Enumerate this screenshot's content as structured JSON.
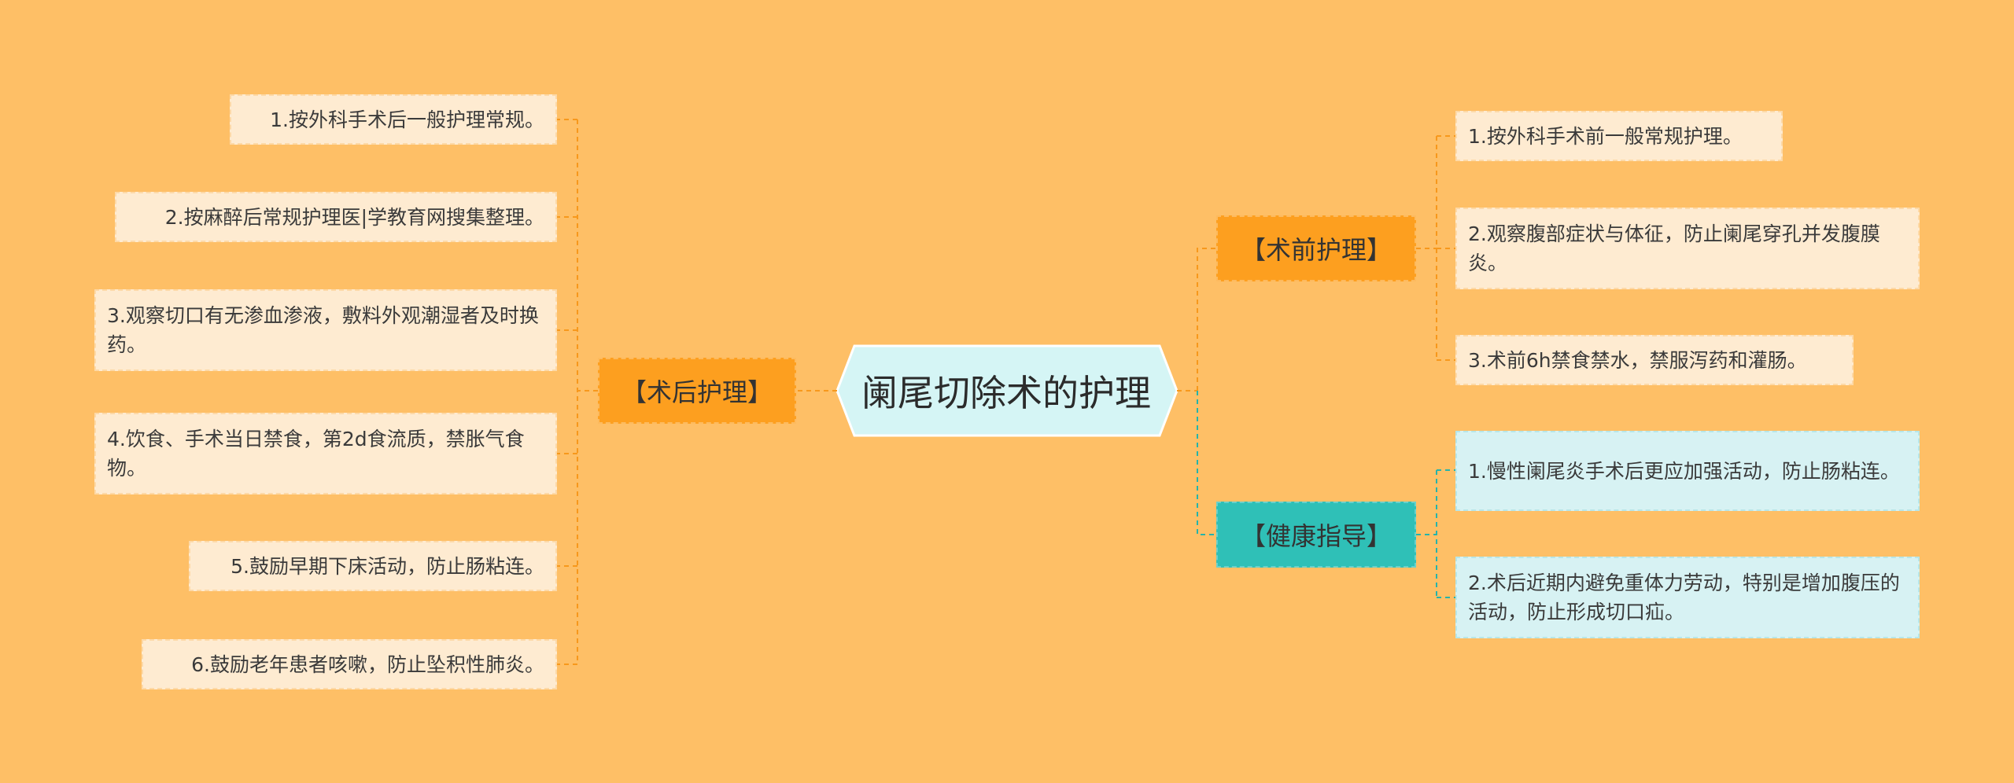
{
  "colors": {
    "background": "#FEBF66",
    "orange_branch": "#FD9F1F",
    "teal_branch": "#2FC0B7",
    "orange_leaf": "#FEEBD1",
    "teal_leaf": "#D7F2F3",
    "root_fill": "#D5F5F5",
    "orange_line": "#F7981C",
    "teal_line": "#26B3AA"
  },
  "root": {
    "label": "阑尾切除术的护理"
  },
  "branches": {
    "post_op": {
      "label": "【术后护理】",
      "items": [
        "1.按外科手术后一般护理常规。",
        "2.按麻醉后常规护理医|学教育网搜集整理。",
        "3.观察切口有无渗血渗液，敷料外观潮湿者及时换药。",
        "4.饮食、手术当日禁食，第2d食流质，禁胀气食物。",
        "5.鼓励早期下床活动，防止肠粘连。",
        "6.鼓励老年患者咳嗽，防止坠积性肺炎。"
      ]
    },
    "pre_op": {
      "label": "【术前护理】",
      "items": [
        "1.按外科手术前一般常规护理。",
        "2.观察腹部症状与体征，防止阑尾穿孔并发腹膜炎。",
        "3.术前6h禁食禁水，禁服泻药和灌肠。"
      ]
    },
    "health": {
      "label": "【健康指导】",
      "items": [
        "1.慢性阑尾炎手术后更应加强活动，防止肠粘连。",
        "2.术后近期内避免重体力劳动，特别是增加腹压的活动，防止形成切口疝。"
      ]
    }
  }
}
